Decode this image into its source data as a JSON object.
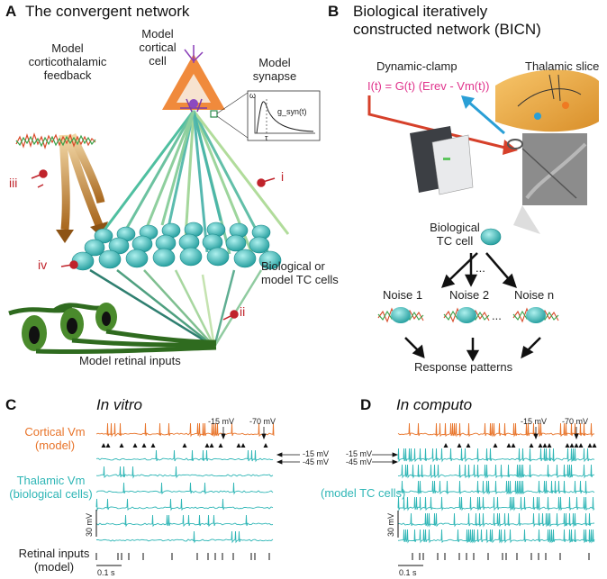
{
  "panelA": {
    "letter": "A",
    "title": "The convergent network",
    "feedback_label": [
      "Model",
      "corticothalamic",
      "feedback"
    ],
    "cortical_label": [
      "Model",
      "cortical",
      "cell"
    ],
    "synapse_label": [
      "Model",
      "synapse"
    ],
    "synapse_axes": {
      "y": "ω",
      "x": "τ",
      "curve": "g_syn(t)"
    },
    "tc_label": [
      "Biological or",
      "model TC cells"
    ],
    "retinal_label": "Model retinal inputs",
    "markers": [
      "i",
      "ii",
      "iii",
      "iv"
    ]
  },
  "panelB": {
    "letter": "B",
    "title": [
      "Biological iteratively",
      "constructed network (BICN)"
    ],
    "dynamic_clamp": "Dynamic-clamp",
    "equation": "I(t) = G(t) (Erev - Vm(t))",
    "thalamic_slice": "Thalamic slice",
    "bio_tc": [
      "Biological",
      "TC cell"
    ],
    "ellipsis": "...",
    "noises": [
      "Noise 1",
      "Noise 2",
      "Noise n"
    ],
    "response": "Response patterns"
  },
  "panelC": {
    "letter": "C",
    "title": "In vitro",
    "cortical_label": [
      "Cortical Vm",
      "(model)"
    ],
    "thalamic_label": [
      "Thalamic Vm",
      "(biological cells)"
    ],
    "retinal_label": [
      "Retinal inputs",
      "(model)"
    ],
    "v_top": [
      "-15 mV",
      "-70 mV"
    ],
    "v_side": [
      "-15 mV",
      "-45 mV"
    ],
    "scale_v": "30 mV",
    "scale_t": "0.1 s"
  },
  "panelD": {
    "letter": "D",
    "title": "In computo",
    "tc_label": "(model TC cells)",
    "v_top": [
      "-15 mV",
      "-70 mV"
    ],
    "v_side": [
      "-15 mV",
      "-45 mV"
    ],
    "scale_v": "30 mV",
    "scale_t": "0.1 s"
  },
  "colors": {
    "orange": "#e8742a",
    "teal": "#2fb6b6",
    "red": "#c0232b",
    "green": "#2f6b1f",
    "magenta": "#e0338c",
    "blue": "#2a9fd6"
  }
}
